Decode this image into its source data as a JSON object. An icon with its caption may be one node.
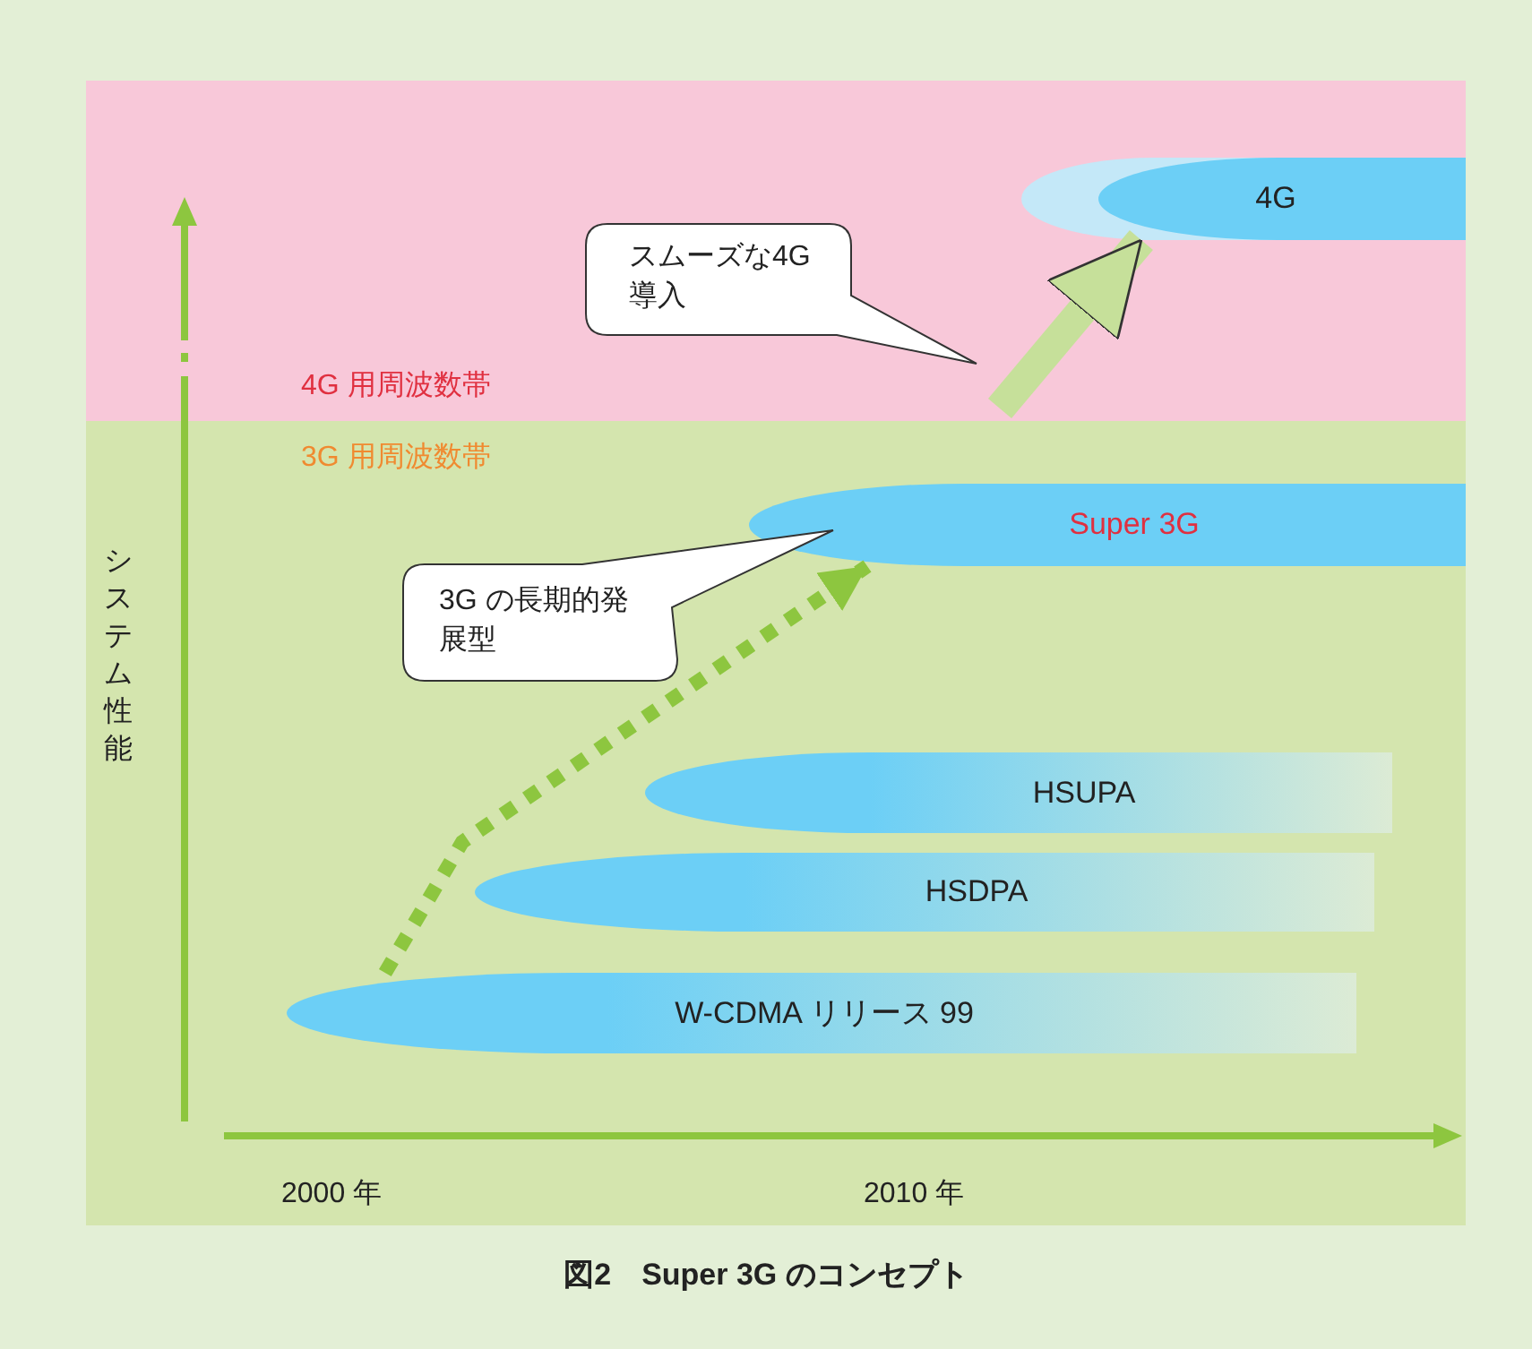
{
  "diagram": {
    "caption": "図2　Super 3G のコンセプト",
    "nodes": [
      {
        "text": [
          "4G 用周波数帯"
        ]
      },
      {
        "text": [
          "3G 用周波数帯"
        ]
      },
      {
        "text": [
          "4G"
        ],
        "in": 0
      },
      {
        "text": [
          "スムーズな4G 導入"
        ],
        "in": 0
      },
      {
        "text": [
          "Super 3G"
        ],
        "in": 1
      },
      {
        "text": [
          "3G の長期的発展型"
        ],
        "in": 1
      },
      {
        "text": [
          "HSUPA"
        ],
        "in": 1
      },
      {
        "text": [
          "HSDPA"
        ],
        "in": 1
      },
      {
        "text": [
          "W-CDMA リリース 99"
        ],
        "in": 1
      }
    ],
    "edges": [
      {
        "from": null,
        "to": 2,
        "arrow": "to",
        "style": "thick",
        "color": "#c6e09a"
      },
      {
        "from": 8,
        "to": 4,
        "arrow": "to",
        "style": "dashed",
        "color": "#8dc63f"
      }
    ],
    "labels": [
      "システム性能",
      "2000 年",
      "2010 年"
    ]
  }
}
